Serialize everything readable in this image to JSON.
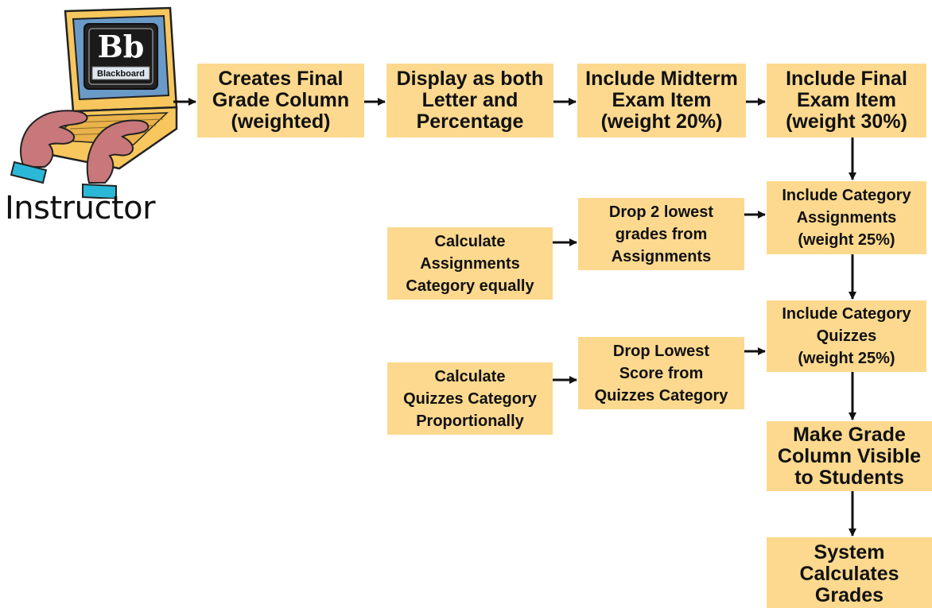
{
  "instructor_label": "Instructor",
  "logo": {
    "letters": "Bb",
    "name": "Blackboard"
  },
  "colors": {
    "box_fill": "#fcd98e",
    "arrow": "#111111",
    "laptop_body": "#f7c75d",
    "hands": "#c8787a",
    "cuffs": "#2bb8d8",
    "screen": "#6a9ac8"
  },
  "nodes": {
    "creates": "Creates Final\nGrade Column\n(weighted)",
    "display": "Display as both\nLetter and\nPercentage",
    "midterm": "Include Midterm\nExam Item\n(weight 20%)",
    "final": "Include Final\nExam Item\n(weight 30%)",
    "assignments": "Include Category\nAssignments\n(weight 25%)",
    "quizzes": "Include Category\nQuizzes\n(weight 25%)",
    "visible": "Make Grade\nColumn Visible\nto Students",
    "system": "System\nCalculates\nGrades",
    "drop2": "Drop 2 lowest\ngrades from\nAssignments",
    "calc_assign": "Calculate\nAssignments\nCategory equally",
    "drop_lowest": "Drop Lowest\nScore from\nQuizzes Category",
    "calc_quizzes": "Calculate\nQuizzes Category\nProportionally"
  }
}
